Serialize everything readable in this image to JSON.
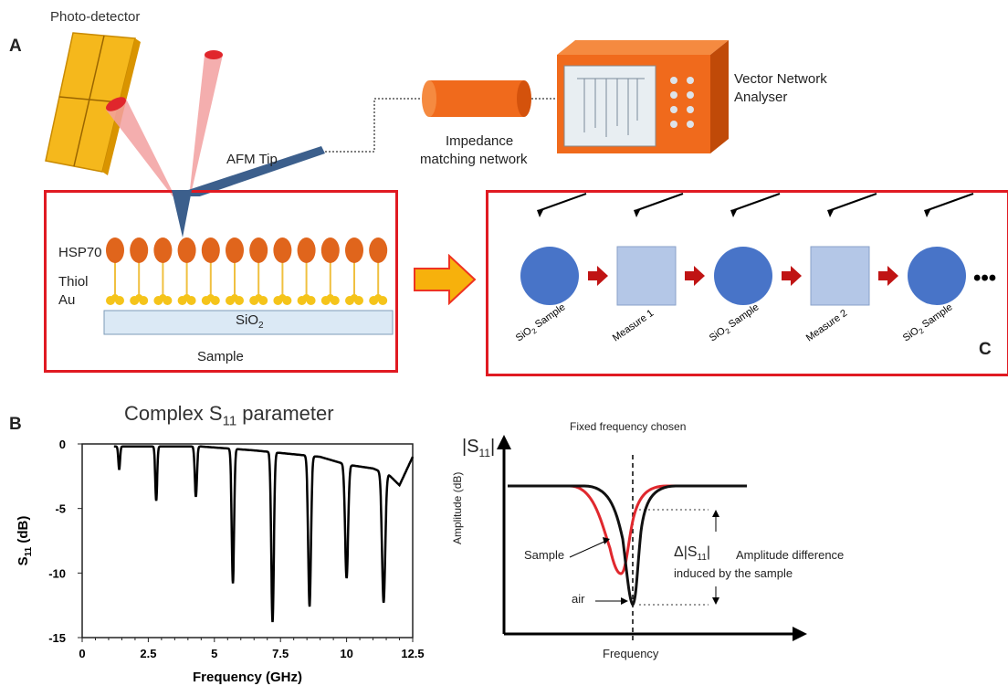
{
  "panels": {
    "a": "A",
    "b": "B",
    "c": "C"
  },
  "setup": {
    "photodetector": "Photo-detector",
    "afm_tip": "AFM Tip",
    "impedance_line1": "Impedance",
    "impedance_line2": "matching network",
    "vna_line1": "Vector Network",
    "vna_line2": "Analyser"
  },
  "sample_box": {
    "hsp70": "HSP70",
    "thiol": "Thiol",
    "au": "Au",
    "sio2": "SiO",
    "sio2_sub": "2",
    "sample": "Sample"
  },
  "sequence": {
    "steps": [
      {
        "label": "SiO",
        "sub": "2",
        "suffix": " Sample"
      },
      {
        "label": "Measure 1",
        "sub": "",
        "suffix": ""
      },
      {
        "label": "SiO",
        "sub": "2",
        "suffix": " Sample"
      },
      {
        "label": "Measure 2",
        "sub": "",
        "suffix": ""
      },
      {
        "label": "SiO",
        "sub": "2",
        "suffix": " Sample"
      }
    ],
    "ellipsis": "•••"
  },
  "chart_title": {
    "main": "Complex S",
    "sub": "11",
    "rest": " parameter"
  },
  "chart_data": {
    "type": "line",
    "xlabel": "Frequency (GHz)",
    "ylabel": "S11 (dB)",
    "ylabel_main": "S",
    "ylabel_sub": "11",
    "ylabel_rest": " (dB)",
    "xlim": [
      0,
      12.5
    ],
    "ylim": [
      -15,
      0
    ],
    "xticks": [
      0,
      2.5,
      5,
      7.5,
      10,
      12.5
    ],
    "xtick_labels": [
      "0",
      "2.5",
      "5",
      "7.5",
      "10",
      "12.5"
    ],
    "yticks": [
      0,
      -5,
      -10,
      -15
    ],
    "ytick_labels": [
      "0",
      "-5",
      "-10",
      "-15"
    ],
    "baseline": [
      [
        1.2,
        -0.2
      ],
      [
        4.5,
        -0.2
      ],
      [
        6.5,
        -0.5
      ],
      [
        8.0,
        -0.8
      ],
      [
        9.0,
        -1.0
      ],
      [
        10.0,
        -1.6
      ],
      [
        11.0,
        -1.9
      ],
      [
        11.6,
        -2.4
      ],
      [
        12.0,
        -3.2
      ],
      [
        12.5,
        -1.0
      ]
    ],
    "resonances": [
      {
        "f": 1.4,
        "depth": -2.0
      },
      {
        "f": 2.8,
        "depth": -4.4
      },
      {
        "f": 4.3,
        "depth": -4.1
      },
      {
        "f": 5.7,
        "depth": -10.8
      },
      {
        "f": 7.2,
        "depth": -13.8
      },
      {
        "f": 8.6,
        "depth": -12.6
      },
      {
        "f": 10.0,
        "depth": -10.4
      },
      {
        "f": 11.4,
        "depth": -12.3
      }
    ]
  },
  "schematic": {
    "title": "Fixed frequency chosen",
    "ylabel_abs": "|S",
    "ylabel_sub": "11",
    "ylabel_close": "|",
    "amplitude": "Amplitude (dB)",
    "frequency": "Frequency",
    "sample": "Sample",
    "air": "air",
    "delta": "Δ|S",
    "delta_sub": "11",
    "delta_close": "|",
    "diff_line1": "Amplitude difference",
    "diff_line2": "induced by the sample",
    "colors": {
      "sample": "#e0282e",
      "air": "#111111"
    }
  }
}
